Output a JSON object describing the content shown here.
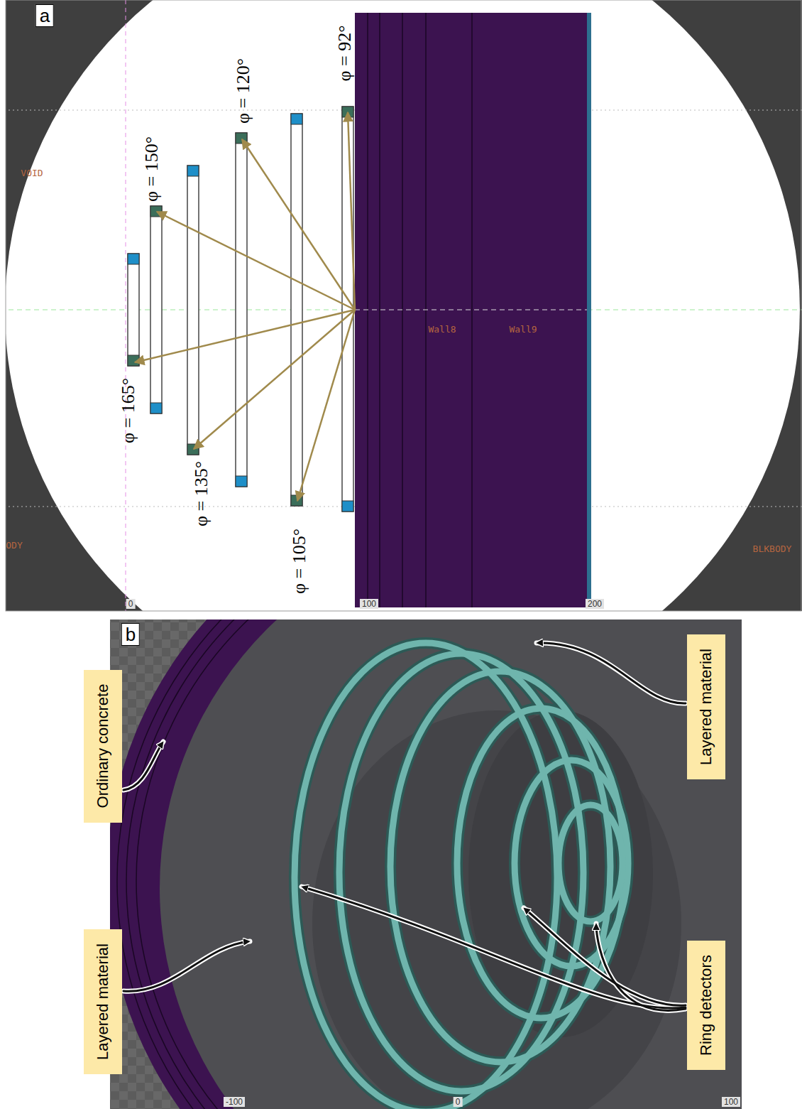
{
  "diagram": {
    "nodes": [
      {
        "text": [
          "Ordinary concrete"
        ]
      },
      {
        "text": [
          "Layered material"
        ]
      },
      {
        "text": [
          "Layered material"
        ]
      },
      {
        "text": [
          "Ring detectors"
        ]
      }
    ],
    "labels": [
      "a",
      "φ = 92°",
      "φ = 120°",
      "φ = 150°",
      "VOID",
      "Wall8",
      "Wall9",
      "φ = 165°",
      "φ = 135°",
      "φ = 105°",
      "ODY",
      "BLKBODY",
      "0",
      "100",
      "200",
      "b",
      "-100",
      "0",
      "100"
    ]
  }
}
